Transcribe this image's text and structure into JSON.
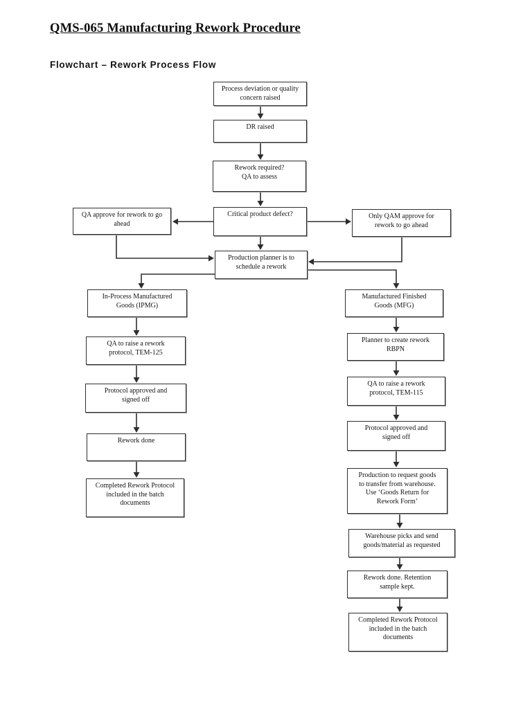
{
  "document": {
    "title": "QMS-065 Manufacturing Rework Procedure",
    "section_heading": "Flowchart – Rework Process Flow"
  },
  "flowchart": {
    "nodes": {
      "process_deviation": "Process deviation or quality\nconcern raised",
      "dr_raised": "DR raised",
      "rework_required": "Rework required?\nQA to assess",
      "critical_defect": "Critical product defect?",
      "qa_approve": "QA approve for rework to go\nahead",
      "qam_approve": "Only QAM approve for\nrework to go ahead",
      "production_planner": "Production planner is to\nschedule a rework",
      "ipmg": "In-Process Manufactured\nGoods (IPMG)",
      "qa_protocol_125": "QA to raise a rework\nprotocol, TEM-125",
      "protocol_approved_left": "Protocol approved and\nsigned off",
      "rework_done_left": "Rework done",
      "completed_protocol_left": "Completed Rework Protocol\nincluded in the batch\ndocuments",
      "mfg": "Manufactured Finished\nGoods (MFG)",
      "planner_rbpn": "Planner to create rework\nRBPN",
      "qa_protocol_115": "QA to raise a rework\nprotocol, TEM-115",
      "protocol_approved_right": "Protocol approved and\nsigned off",
      "production_request": "Production to request goods\nto transfer from warehouse.\nUse ‘Goods Return for\nRework Form’",
      "warehouse_picks": "Warehouse picks and send\ngoods/material as requested",
      "rework_done_right": "Rework done. Retention\nsample kept.",
      "completed_protocol_right": "Completed Rework Protocol\nincluded in the batch\ndocuments"
    }
  }
}
